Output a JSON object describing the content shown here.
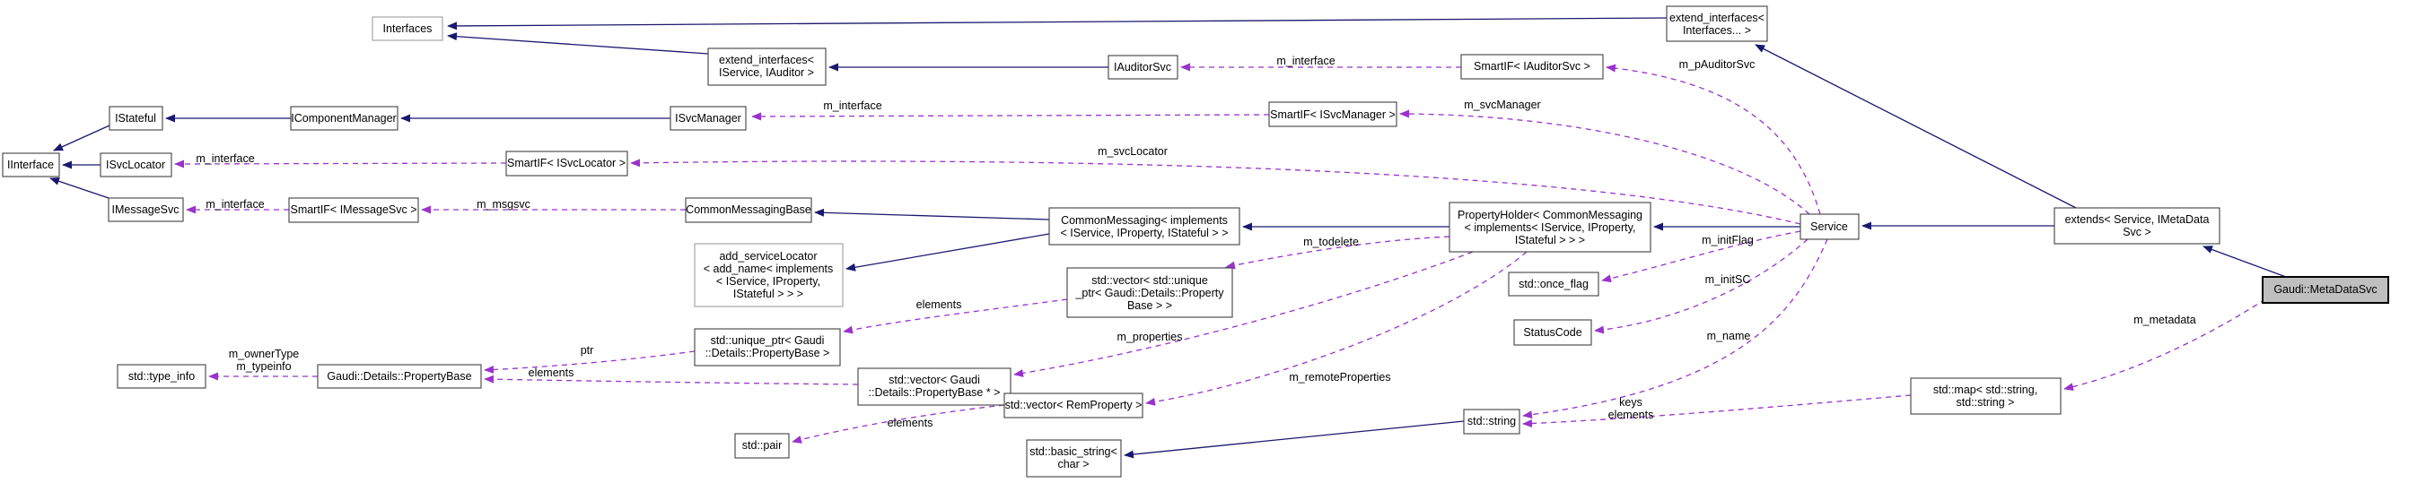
{
  "diagram": {
    "highlighted_node": "Gaudi::MetaDataSvc",
    "colors": {
      "background": "#ffffff",
      "inheritance_edge": "#191970",
      "usage_edge": "#9a32cd",
      "node_fill": "#ffffff",
      "node_border": "#404040",
      "template_node_border": "#9e9e9e",
      "highlight_fill": "#bfbfbf",
      "highlight_border": "#000000",
      "label_color": "#000000"
    },
    "nodes": [
      {
        "id": "interfaces",
        "lines": [
          "Interfaces"
        ]
      },
      {
        "id": "extend-interfaces-iservice-iauditor",
        "lines": [
          "extend_interfaces<",
          "IService, IAuditor >"
        ]
      },
      {
        "id": "iauditorsvc",
        "lines": [
          "IAuditorSvc"
        ]
      },
      {
        "id": "smartif-iauditorsvc",
        "lines": [
          "SmartIF< IAuditorSvc >"
        ]
      },
      {
        "id": "extend-interfaces-variadic",
        "lines": [
          "extend_interfaces<",
          "Interfaces... >"
        ]
      },
      {
        "id": "istateful",
        "lines": [
          "IStateful"
        ]
      },
      {
        "id": "icomponentmanager",
        "lines": [
          "IComponentManager"
        ]
      },
      {
        "id": "isvcmanager",
        "lines": [
          "ISvcManager"
        ]
      },
      {
        "id": "smartif-isvcmanager",
        "lines": [
          "SmartIF< ISvcManager >"
        ]
      },
      {
        "id": "iinterface",
        "lines": [
          "IInterface"
        ]
      },
      {
        "id": "isvclocator",
        "lines": [
          "ISvcLocator"
        ]
      },
      {
        "id": "smartif-isvclocator",
        "lines": [
          "SmartIF< ISvcLocator >"
        ]
      },
      {
        "id": "imessagesvc",
        "lines": [
          "IMessageSvc"
        ]
      },
      {
        "id": "smartif-imessagesvc",
        "lines": [
          "SmartIF< IMessageSvc >"
        ]
      },
      {
        "id": "commonmessagingbase",
        "lines": [
          "CommonMessagingBase"
        ]
      },
      {
        "id": "commonmessaging",
        "lines": [
          "CommonMessaging< implements",
          "< IService, IProperty, IStateful > >"
        ]
      },
      {
        "id": "add-servicelocator",
        "lines": [
          "add_serviceLocator",
          "< add_name< implements",
          "< IService, IProperty,",
          "IStateful > > >"
        ]
      },
      {
        "id": "propertyholder",
        "lines": [
          "PropertyHolder< CommonMessaging",
          "< implements< IService, IProperty,",
          "IStateful > > >"
        ]
      },
      {
        "id": "service",
        "lines": [
          "Service"
        ]
      },
      {
        "id": "extends-service-imetadatasvc",
        "lines": [
          "extends< Service, IMetaData",
          "Svc >"
        ]
      },
      {
        "id": "gaudi-metadatasvc",
        "lines": [
          "Gaudi::MetaDataSvc"
        ]
      },
      {
        "id": "std-once-flag",
        "lines": [
          "std::once_flag"
        ]
      },
      {
        "id": "statuscode",
        "lines": [
          "StatusCode"
        ]
      },
      {
        "id": "vector-unique-ptr-propertybase",
        "lines": [
          "std::vector< std::unique",
          "_ptr< Gaudi::Details::Property",
          "Base > >"
        ]
      },
      {
        "id": "unique-ptr-propertybase",
        "lines": [
          "std::unique_ptr< Gaudi",
          "::Details::PropertyBase >"
        ]
      },
      {
        "id": "std-type-info",
        "lines": [
          "std::type_info"
        ]
      },
      {
        "id": "gaudi-details-propertybase",
        "lines": [
          "Gaudi::Details::PropertyBase"
        ]
      },
      {
        "id": "vector-propertybase-ptr",
        "lines": [
          "std::vector< Gaudi",
          "::Details::PropertyBase * >"
        ]
      },
      {
        "id": "vector-remproperty",
        "lines": [
          "std::vector< RemProperty >"
        ]
      },
      {
        "id": "std-pair",
        "lines": [
          "std::pair"
        ]
      },
      {
        "id": "std-basic-string-char",
        "lines": [
          "std::basic_string<",
          "char >"
        ]
      },
      {
        "id": "std-string",
        "lines": [
          "std::string"
        ]
      },
      {
        "id": "std-map-string-string",
        "lines": [
          "std::map< std::string,",
          "std::string >"
        ]
      }
    ],
    "edges": [
      {
        "from": "extend-interfaces-iservice-iauditor",
        "to": "interfaces",
        "kind": "inheritance",
        "label_lines": []
      },
      {
        "from": "extend-interfaces-variadic",
        "to": "interfaces",
        "kind": "inheritance",
        "label_lines": []
      },
      {
        "from": "iauditorsvc",
        "to": "extend-interfaces-iservice-iauditor",
        "kind": "inheritance",
        "label_lines": []
      },
      {
        "from": "extends-service-imetadatasvc",
        "to": "extend-interfaces-variadic",
        "kind": "inheritance",
        "label_lines": []
      },
      {
        "from": "icomponentmanager",
        "to": "istateful",
        "kind": "inheritance",
        "label_lines": []
      },
      {
        "from": "istateful",
        "to": "iinterface",
        "kind": "inheritance",
        "label_lines": []
      },
      {
        "from": "isvclocator",
        "to": "iinterface",
        "kind": "inheritance",
        "label_lines": []
      },
      {
        "from": "imessagesvc",
        "to": "iinterface",
        "kind": "inheritance",
        "label_lines": []
      },
      {
        "from": "isvcmanager",
        "to": "icomponentmanager",
        "kind": "inheritance",
        "label_lines": []
      },
      {
        "from": "commonmessaging",
        "to": "commonmessagingbase",
        "kind": "inheritance",
        "label_lines": []
      },
      {
        "from": "commonmessaging",
        "to": "add-servicelocator",
        "kind": "inheritance",
        "label_lines": []
      },
      {
        "from": "propertyholder",
        "to": "commonmessaging",
        "kind": "inheritance",
        "label_lines": []
      },
      {
        "from": "service",
        "to": "propertyholder",
        "kind": "inheritance",
        "label_lines": []
      },
      {
        "from": "extends-service-imetadatasvc",
        "to": "service",
        "kind": "inheritance",
        "label_lines": []
      },
      {
        "from": "gaudi-metadatasvc",
        "to": "extends-service-imetadatasvc",
        "kind": "inheritance",
        "label_lines": []
      },
      {
        "from": "std-string",
        "to": "std-basic-string-char",
        "kind": "inheritance",
        "label_lines": []
      },
      {
        "from": "smartif-iauditorsvc",
        "to": "iauditorsvc",
        "kind": "usage",
        "label_lines": [
          "m_interface"
        ]
      },
      {
        "from": "service",
        "to": "smartif-iauditorsvc",
        "kind": "usage",
        "label_lines": [
          "m_pAuditorSvc"
        ]
      },
      {
        "from": "smartif-isvcmanager",
        "to": "isvcmanager",
        "kind": "usage",
        "label_lines": [
          "m_interface"
        ]
      },
      {
        "from": "service",
        "to": "smartif-isvcmanager",
        "kind": "usage",
        "label_lines": [
          "m_svcManager"
        ]
      },
      {
        "from": "smartif-isvclocator",
        "to": "isvclocator",
        "kind": "usage",
        "label_lines": [
          "m_interface"
        ]
      },
      {
        "from": "service",
        "to": "smartif-isvclocator",
        "kind": "usage",
        "label_lines": [
          "m_svcLocator"
        ]
      },
      {
        "from": "smartif-imessagesvc",
        "to": "imessagesvc",
        "kind": "usage",
        "label_lines": [
          "m_interface"
        ]
      },
      {
        "from": "commonmessagingbase",
        "to": "smartif-imessagesvc",
        "kind": "usage",
        "label_lines": [
          "m_msgsvc"
        ]
      },
      {
        "from": "propertyholder",
        "to": "vector-unique-ptr-propertybase",
        "kind": "usage",
        "label_lines": [
          "m_todelete"
        ]
      },
      {
        "from": "propertyholder",
        "to": "vector-propertybase-ptr",
        "kind": "usage",
        "label_lines": [
          "m_properties"
        ]
      },
      {
        "from": "propertyholder",
        "to": "vector-remproperty",
        "kind": "usage",
        "label_lines": [
          "m_remoteProperties"
        ]
      },
      {
        "from": "service",
        "to": "std-once-flag",
        "kind": "usage",
        "label_lines": [
          "m_initFlag"
        ]
      },
      {
        "from": "service",
        "to": "statuscode",
        "kind": "usage",
        "label_lines": [
          "m_initSC"
        ]
      },
      {
        "from": "service",
        "to": "std-string",
        "kind": "usage",
        "label_lines": [
          "m_name"
        ]
      },
      {
        "from": "vector-unique-ptr-propertybase",
        "to": "unique-ptr-propertybase",
        "kind": "usage",
        "label_lines": [
          "elements"
        ]
      },
      {
        "from": "unique-ptr-propertybase",
        "to": "gaudi-details-propertybase",
        "kind": "usage",
        "label_lines": [
          "ptr"
        ]
      },
      {
        "from": "vector-propertybase-ptr",
        "to": "gaudi-details-propertybase",
        "kind": "usage",
        "label_lines": [
          "elements"
        ]
      },
      {
        "from": "gaudi-details-propertybase",
        "to": "std-type-info",
        "kind": "usage",
        "label_lines": [
          "m_ownerType",
          "m_typeinfo"
        ]
      },
      {
        "from": "vector-remproperty",
        "to": "std-pair",
        "kind": "usage",
        "label_lines": [
          "elements"
        ]
      },
      {
        "from": "std-map-string-string",
        "to": "std-string",
        "kind": "usage",
        "label_lines": [
          "keys",
          "elements"
        ]
      },
      {
        "from": "gaudi-metadatasvc",
        "to": "std-map-string-string",
        "kind": "usage",
        "label_lines": [
          "m_metadata"
        ]
      }
    ]
  }
}
